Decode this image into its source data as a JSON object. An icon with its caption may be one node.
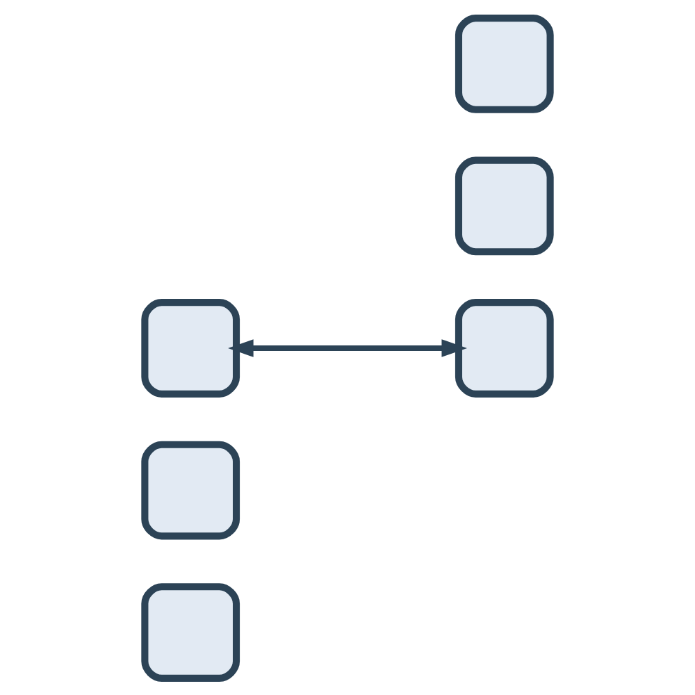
{
  "diagram": {
    "nodes": [
      {
        "text": [],
        "shape": "box"
      },
      {
        "text": [],
        "shape": "box"
      },
      {
        "text": [],
        "shape": "box"
      },
      {
        "text": [],
        "shape": "box"
      },
      {
        "text": [],
        "shape": "box"
      },
      {
        "text": [],
        "shape": "box"
      }
    ],
    "edges": [
      {
        "from": 2,
        "to": 3,
        "arrow": "both"
      }
    ]
  }
}
